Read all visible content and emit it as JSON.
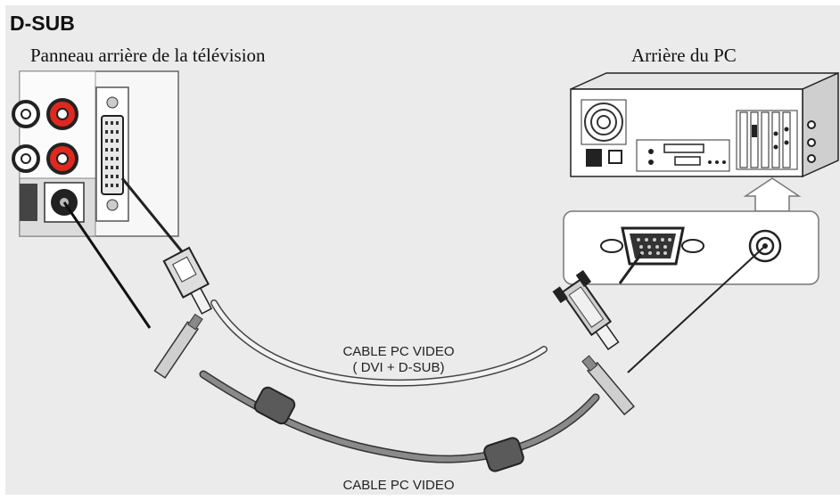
{
  "heading": "D-SUB",
  "labels": {
    "tv_back": "Panneau arrière de la télévision",
    "pc_back": "Arrière du PC"
  },
  "cables": {
    "dvi_dsub_line1": "CABLE PC VIDEO",
    "dvi_dsub_line2": "( DVI + D-SUB)",
    "audio": "CABLE PC VIDEO"
  },
  "colors": {
    "background": "#ebebeb",
    "rca_red": "#e0281e",
    "cable_gray": "#8a8a8a",
    "cable_white": "#f2f2f2"
  }
}
